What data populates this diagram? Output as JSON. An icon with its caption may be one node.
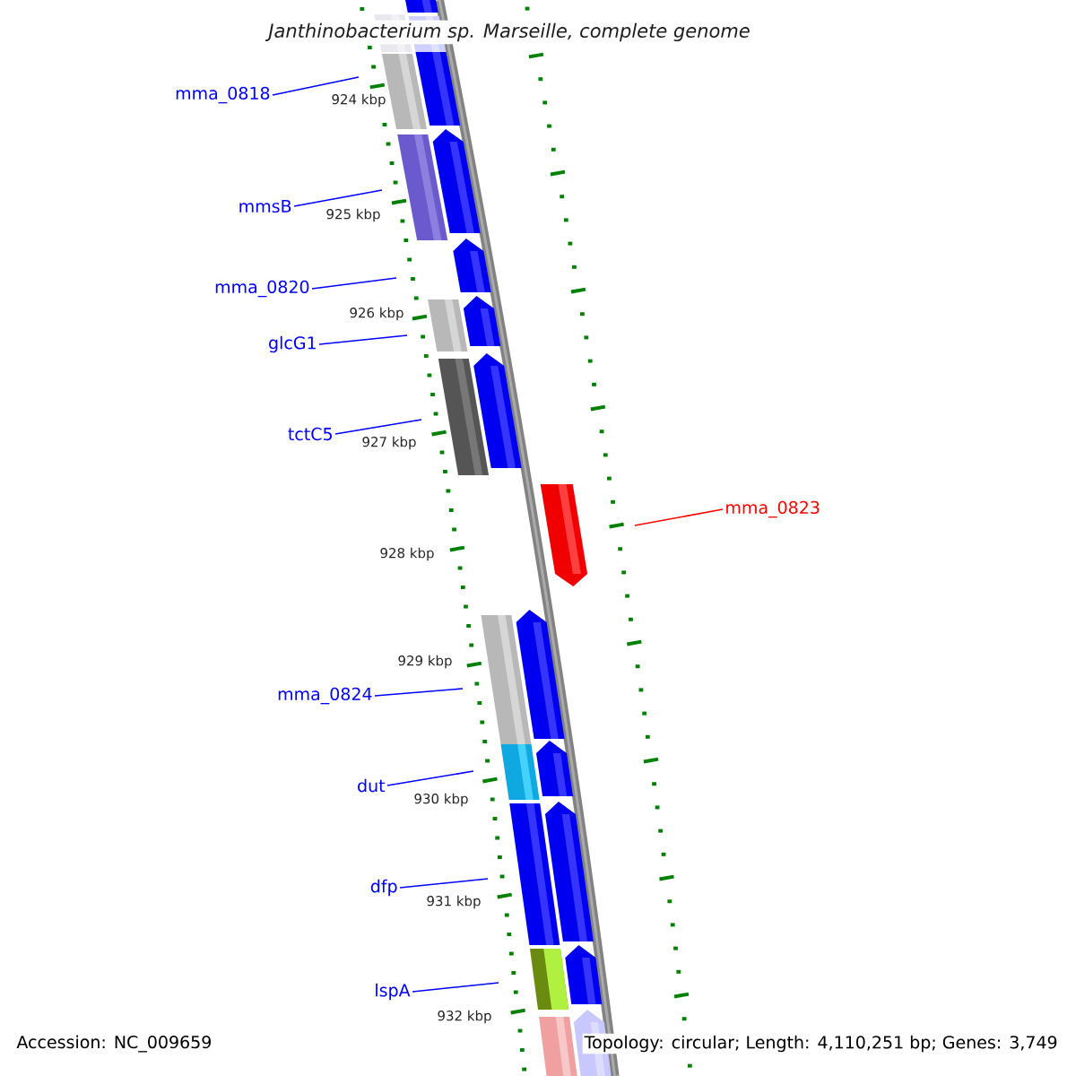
{
  "diagram": {
    "title": "Janthinobacterium sp. Marseille, complete genome",
    "nodes": [
      {
        "text": [
          "mma_0818"
        ]
      },
      {
        "text": [
          "mmsB"
        ]
      },
      {
        "text": [
          "mma_0820"
        ]
      },
      {
        "text": [
          "glcG1"
        ]
      },
      {
        "text": [
          "tctC5"
        ]
      },
      {
        "text": [
          "mma_0823"
        ]
      },
      {
        "text": [
          "mma_0824"
        ]
      },
      {
        "text": [
          "dut"
        ]
      },
      {
        "text": [
          "dfp"
        ]
      },
      {
        "text": [
          "lspA"
        ]
      }
    ],
    "edges": [
      {
        "from": 0,
        "to": null,
        "arrow": "none"
      },
      {
        "from": 1,
        "to": null,
        "arrow": "none"
      },
      {
        "from": 2,
        "to": null,
        "arrow": "none"
      },
      {
        "from": 3,
        "to": null,
        "arrow": "none"
      },
      {
        "from": 4,
        "to": null,
        "arrow": "none"
      },
      {
        "from": 5,
        "to": null,
        "arrow": "none",
        "color": "#ff0000"
      },
      {
        "from": 6,
        "to": null,
        "arrow": "none"
      },
      {
        "from": 7,
        "to": null,
        "arrow": "none"
      },
      {
        "from": 8,
        "to": null,
        "arrow": "none"
      },
      {
        "from": 9,
        "to": null,
        "arrow": "none"
      }
    ],
    "labels": [
      "924 kbp",
      "925 kbp",
      "926 kbp",
      "927 kbp",
      "928 kbp",
      "929 kbp",
      "930 kbp",
      "931 kbp",
      "932 kbp",
      "Accession: NC_009659",
      "Topology: circular; Length: 4,110,251 bp; Genes: 3,749"
    ]
  }
}
